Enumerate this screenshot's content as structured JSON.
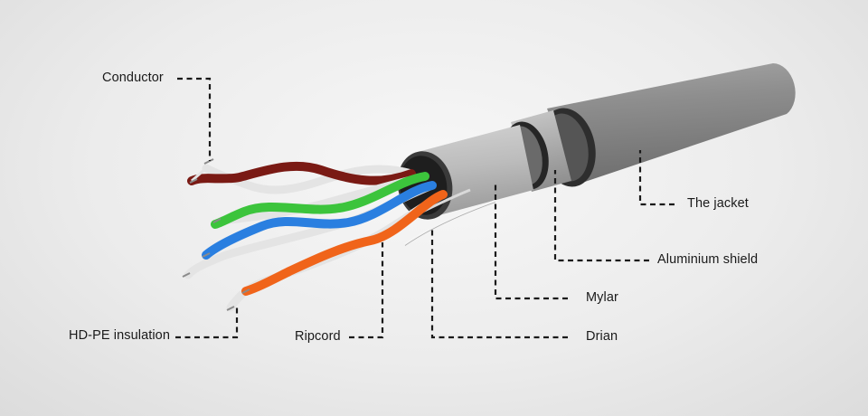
{
  "labels": {
    "conductor": "Conductor",
    "insulation": "HD-PE insulation",
    "ripcord": "Ripcord",
    "drain": "Drian",
    "mylar": "Mylar",
    "aluminium_shield": "Aluminium shield",
    "jacket": "The jacket"
  },
  "colors": {
    "jacket": "#8a8a8a",
    "mylar": "#b9b9b9",
    "wire_brown": "#7a1a14",
    "wire_green": "#3cc43c",
    "wire_blue": "#2a7fe0",
    "wire_orange": "#f0641a",
    "wire_white": "#e4e4e4"
  }
}
